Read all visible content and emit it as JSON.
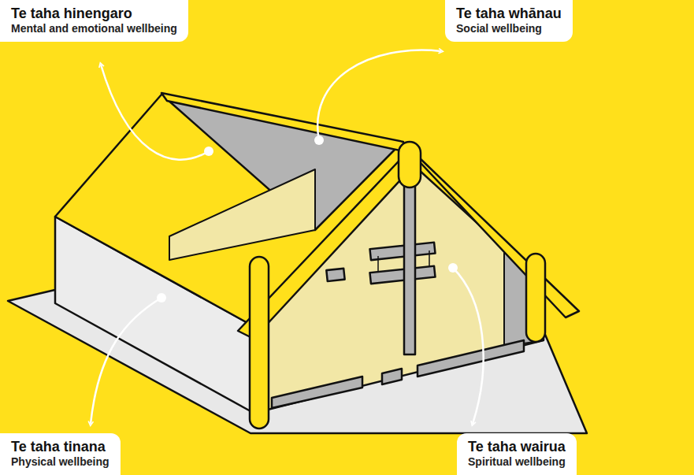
{
  "diagram": {
    "nodes": [
      {
        "text": [
          "Te taha hinengaro",
          "Mental and emotional wellbeing"
        ]
      },
      {
        "text": [
          "Te taha whānau",
          "Social wellbeing"
        ]
      },
      {
        "text": [
          "Te taha tinana",
          "Physical wellbeing"
        ]
      },
      {
        "text": [
          "Te taha wairua",
          "Spiritual wellbeing"
        ]
      }
    ]
  }
}
